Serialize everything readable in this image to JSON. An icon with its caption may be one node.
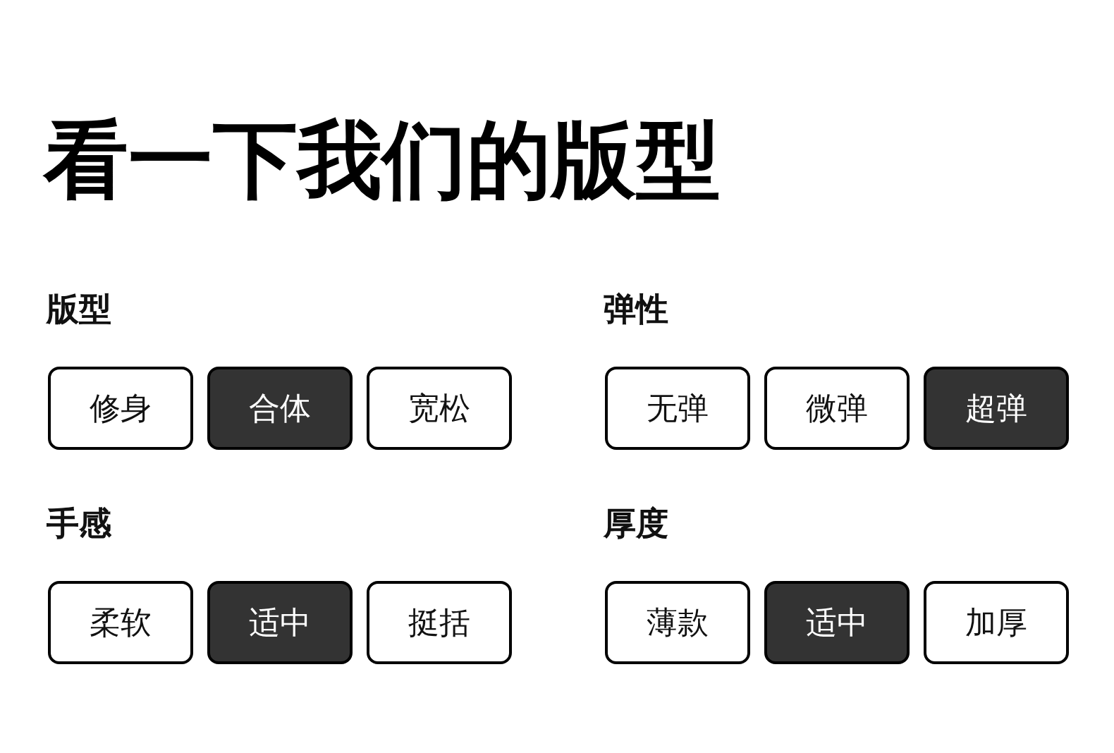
{
  "diagram": {
    "title": "看一下我们的版型",
    "nodes": [
      {
        "text": [
          "修身"
        ]
      },
      {
        "text": [
          "合体"
        ]
      },
      {
        "text": [
          "宽松"
        ]
      },
      {
        "text": [
          "无弹"
        ]
      },
      {
        "text": [
          "微弹"
        ]
      },
      {
        "text": [
          "超弹"
        ]
      },
      {
        "text": [
          "柔软"
        ]
      },
      {
        "text": [
          "适中"
        ]
      },
      {
        "text": [
          "挺括"
        ]
      },
      {
        "text": [
          "薄款"
        ]
      },
      {
        "text": [
          "适中"
        ]
      },
      {
        "text": [
          "加厚"
        ]
      }
    ],
    "labels": [
      "版型",
      "弹性",
      "手感",
      "厚度"
    ]
  }
}
